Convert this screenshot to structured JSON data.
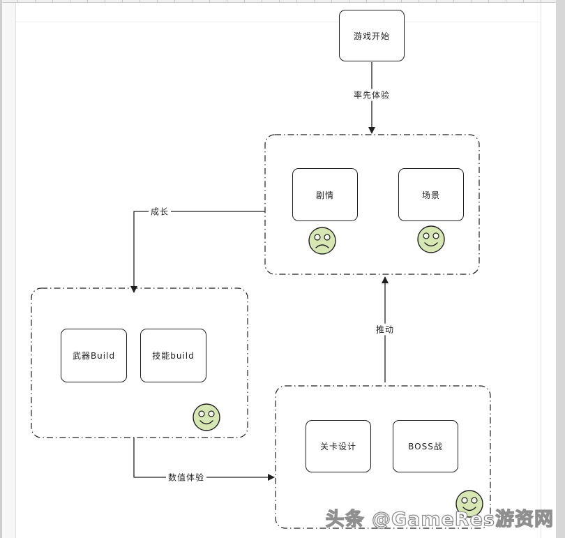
{
  "diagram": {
    "nodes": {
      "start": "游戏开始",
      "plot": "剧情",
      "scene": "场景",
      "weapon_build": "武器Build",
      "skill_build": "技能build",
      "level_design": "关卡设计",
      "boss_fight": "BOSS战"
    },
    "edge_labels": {
      "first_experience": "率先体验",
      "growth": "成长",
      "numeric_experience": "数值体验",
      "push": "推动"
    },
    "faces": [
      {
        "near": "plot",
        "mood": "sad"
      },
      {
        "near": "scene",
        "mood": "happy"
      },
      {
        "near": "skill_build",
        "mood": "happy"
      },
      {
        "near": "boss_fight",
        "mood": "happy"
      }
    ],
    "colors": {
      "stroke": "#1f1f1f",
      "face_fill": "#d6e7b4"
    }
  },
  "watermark": {
    "text": "头条 @GameRes游资网"
  }
}
